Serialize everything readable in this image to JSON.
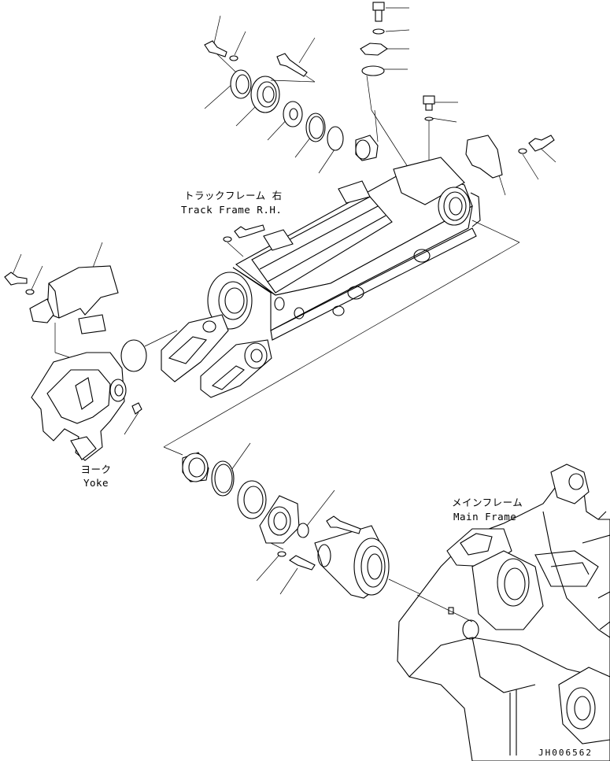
{
  "labels": {
    "track_frame_jp": "トラックフレーム 右",
    "track_frame_en": "Track Frame R.H.",
    "yoke_jp": "ヨーク",
    "yoke_en": "Yoke",
    "main_frame_jp": "メインフレーム",
    "main_frame_en": "Main Frame",
    "drawing_number": "JH006562"
  }
}
